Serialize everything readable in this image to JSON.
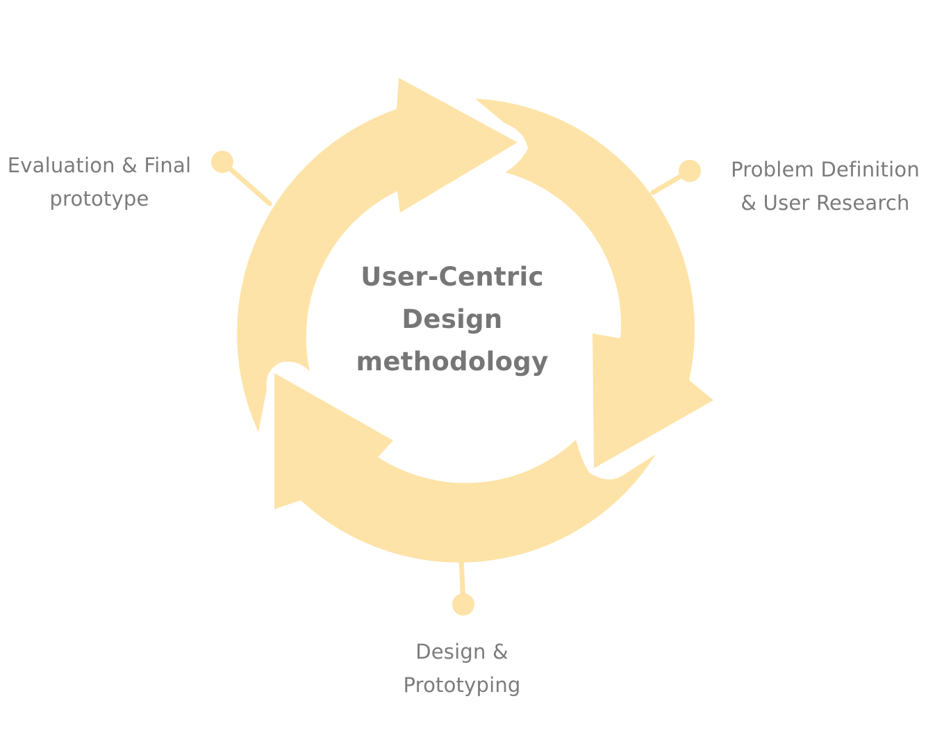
{
  "colors": {
    "arrow_fill": "#fde3a7",
    "text": "#7b7b7b"
  },
  "center": {
    "line1": "User-Centric",
    "line2": "Design",
    "line3": "methodology"
  },
  "stages": {
    "evaluation": {
      "line1": "Evaluation & Final",
      "line2": "prototype"
    },
    "problem": {
      "line1": "Problem Definition",
      "line2": "& User Research"
    },
    "design": {
      "line1": "Design &",
      "line2": "Prototyping"
    }
  }
}
